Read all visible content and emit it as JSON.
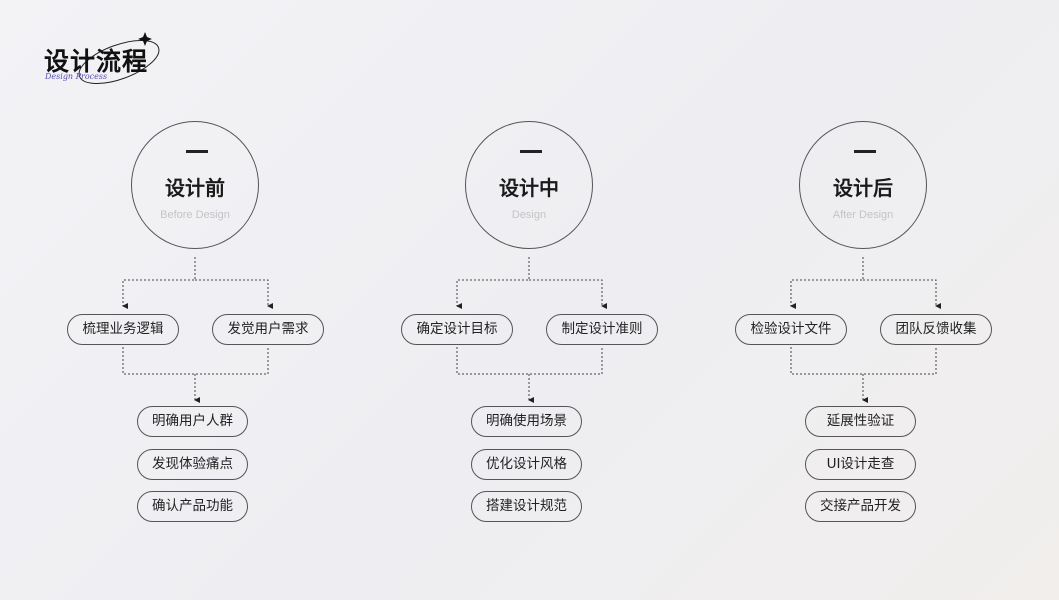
{
  "logo": {
    "title": "设计流程",
    "subtitle": "Design Process"
  },
  "phases": [
    {
      "title": "设计前",
      "subtitle": "Before Design",
      "steps": [
        "梳理业务逻辑",
        "发觉用户需求"
      ],
      "outcomes": [
        "明确用户人群",
        "发现体验痛点",
        "确认产品功能"
      ]
    },
    {
      "title": "设计中",
      "subtitle": "Design",
      "steps": [
        "确定设计目标",
        "制定设计准则"
      ],
      "outcomes": [
        "明确使用场景",
        "优化设计风格",
        "搭建设计规范"
      ]
    },
    {
      "title": "设计后",
      "subtitle": "After Design",
      "steps": [
        "检验设计文件",
        "团队反馈收集"
      ],
      "outcomes": [
        "延展性验证",
        "UI设计走查",
        "交接产品开发"
      ]
    }
  ]
}
